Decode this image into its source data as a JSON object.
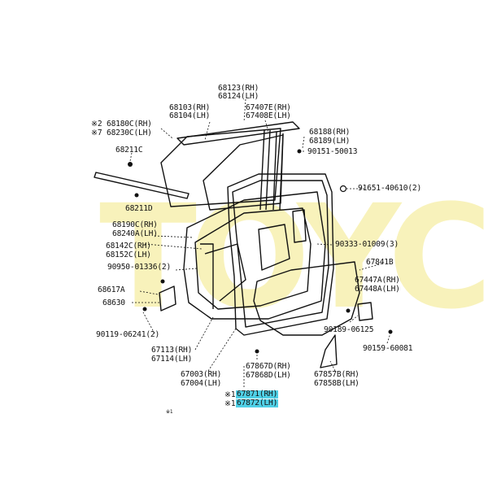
{
  "watermark": "TOYC",
  "highlight_color": "#4fd0e6",
  "labels": {
    "l68123": "68123(RH)",
    "l68124": "68124(LH)",
    "l68103": "68103(RH)",
    "l68104": "68104(LH)",
    "l67407": "67407E(RH)",
    "l67408": "67408E(LH)",
    "l68180": "※2 68180C(RH)",
    "l68230": "※7 68230C(LH)",
    "l68211c": "68211C",
    "l68188": "68188(RH)",
    "l68189": "68189(LH)",
    "l90151": "90151-50013",
    "l91651": "91651-40610(2)",
    "l68211d": "68211D",
    "l68190": "68190C(RH)",
    "l68240": "68240A(LH)",
    "l68142": "68142C(RH)",
    "l68152": "68152C(LH)",
    "l90950": "90950-01336(2)",
    "l90333": "90333-01009(3)",
    "l67841": "67841B",
    "l68617": "68617A",
    "l68630": "68630",
    "l67447": "67447A(RH)",
    "l67448": "67448A(LH)",
    "l90119": "90119-06241(2)",
    "l90189": "90189-06125",
    "l90159": "90159-60081",
    "l67113": "67113(RH)",
    "l67114": "67114(LH)",
    "l67003": "67003(RH)",
    "l67004": "67004(LH)",
    "l67867": "67867D(RH)",
    "l67868": "67868D(LH)",
    "l67857": "67857B(RH)",
    "l67858": "67858B(LH)",
    "l67871": "67871(RH)",
    "l67872": "67872(LH)",
    "l67871_mark": "※1",
    "l67872_mark": "※1",
    "footer": "※1"
  }
}
